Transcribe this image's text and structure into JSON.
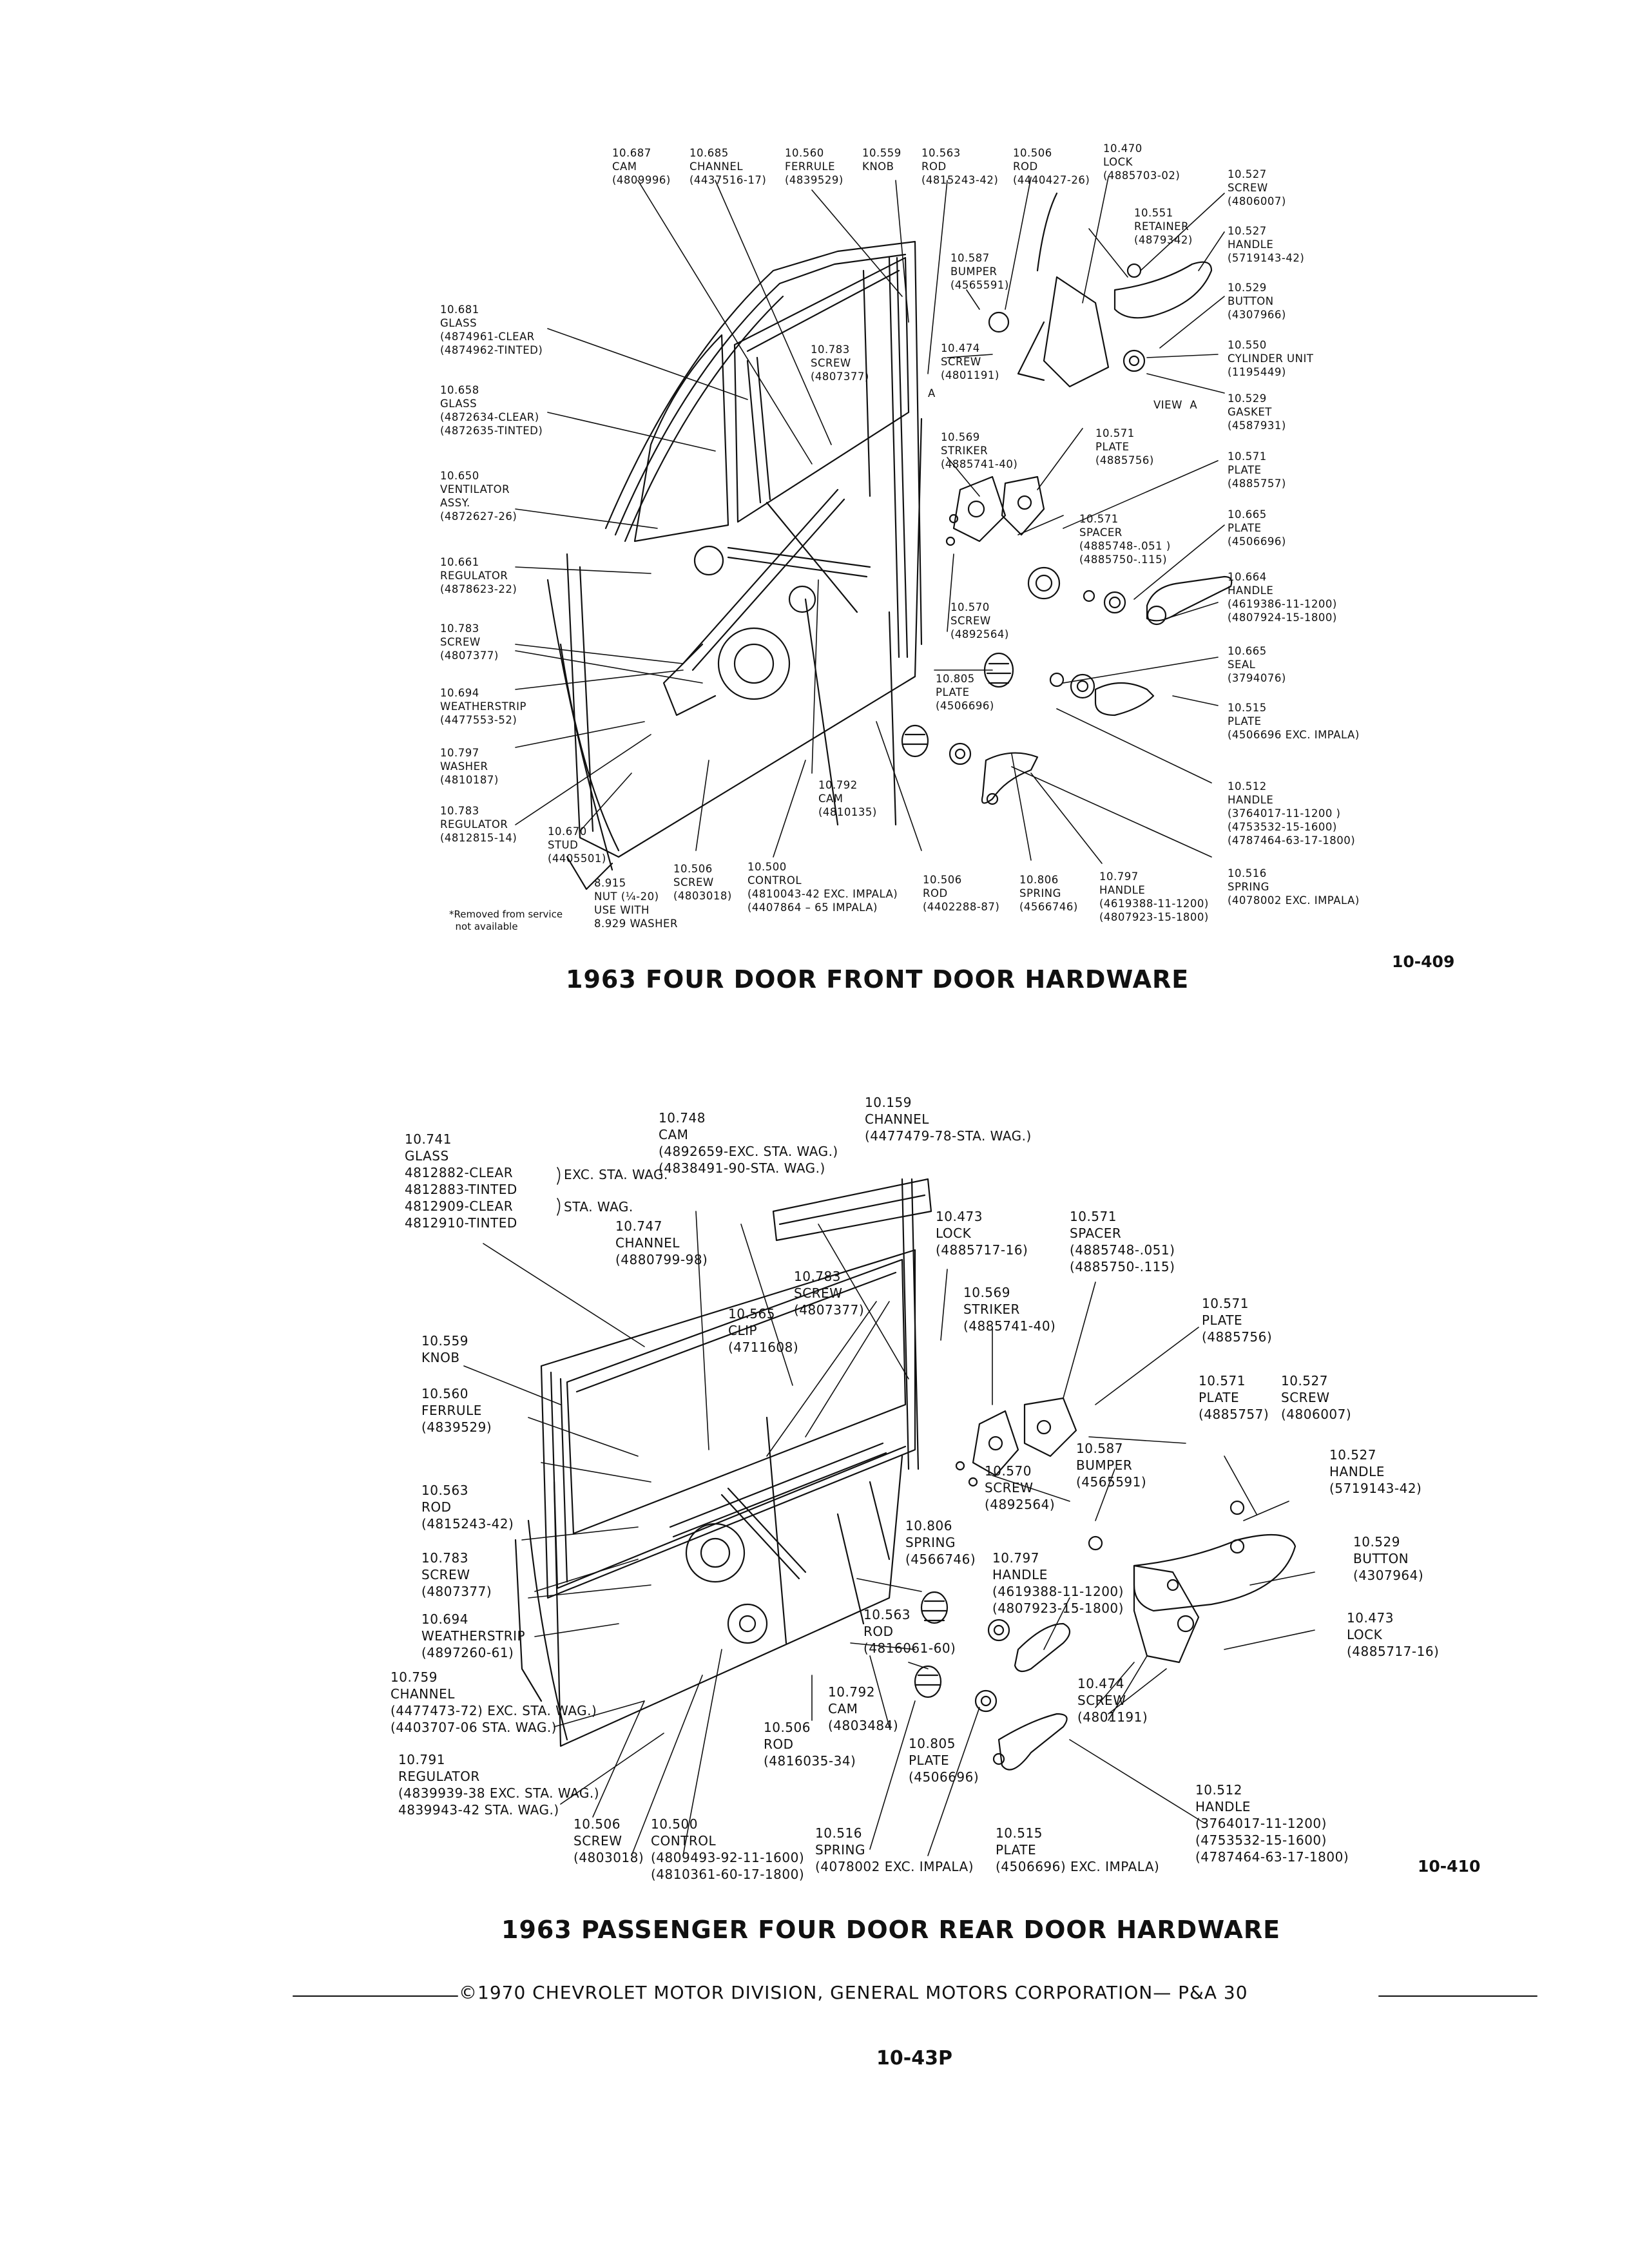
{
  "front": {
    "title": "1963 FOUR DOOR FRONT DOOR HARDWARE",
    "fig": "10-409",
    "note": "*Removed from service\n  not available",
    "labels": {
      "cam_687": "10.687\nCAM\n(4809996)",
      "channel_685": "10.685\nCHANNEL\n(4437516-17)",
      "ferrule_560": "10.560\nFERRULE\n(4839529)",
      "knob_559": "10.559\nKNOB",
      "rod_563": "10.563\nROD\n(4815243-42)",
      "rod_506": "10.506\nROD\n(4440427-26)",
      "lock_470": "10.470\nLOCK\n(4885703-02)",
      "screw_527": "10.527\nSCREW\n(4806007)",
      "retainer_551": "10.551\nRETAINER\n(4879342)",
      "handle_527": "10.527\nHANDLE\n(5719143-42)",
      "bumper_587": "10.587\nBUMPER\n(4565591)",
      "button_529": "10.529\nBUTTON\n(4307966)",
      "glass_681": "10.681\nGLASS\n(4874961-CLEAR\n(4874962-TINTED)",
      "screw_783_top": "10.783\nSCREW\n(4807377)",
      "screw_474": "10.474\nSCREW\n(4801191)",
      "cylinder_550": "10.550\nCYLINDER UNIT\n(1195449)",
      "view_a": "VIEW  A",
      "a_mark": "A",
      "glass_658": "10.658\nGLASS\n(4872634-CLEAR)\n(4872635-TINTED)",
      "gasket_529": "10.529\nGASKET\n(4587931)",
      "striker_569": "10.569\nSTRIKER\n(4885741-40)",
      "plate_571a": "10.571\nPLATE\n(4885756)",
      "plate_571b": "10.571\nPLATE\n(4885757)",
      "vent_650": "10.650\nVENTILATOR\nASSY.\n(4872627-26)",
      "spacer_571": "10.571\nSPACER\n(4885748-.051 )\n(4885750-.115)",
      "plate_665": "10.665\nPLATE\n(4506696)",
      "regulator_661": "10.661\nREGULATOR\n(4878623-22)",
      "handle_664": "10.664\nHANDLE\n(4619386-11-1200)\n(4807924-15-1800)",
      "screw_570": "10.570\nSCREW\n(4892564)",
      "screw_783_left": "10.783\nSCREW\n(4807377)",
      "seal_665": "10.665\nSEAL\n(3794076)",
      "weather_694": "10.694\nWEATHERSTRIP\n(4477553-52)",
      "plate_805": "10.805\nPLATE\n(4506696)",
      "plate_515": "10.515\nPLATE\n(4506696 EXC. IMPALA)",
      "washer_797": "10.797\nWASHER\n(4810187)",
      "cam_792": "10.792\nCAM\n(4810135)",
      "handle_512": "10.512\nHANDLE\n(3764017-11-1200 )\n(4753532-15-1600)\n(4787464-63-17-1800)",
      "regulator_783": "10.783\nREGULATOR\n(4812815-14)",
      "stud_670": "10.670\nSTUD\n(4405501)",
      "nut_915": "8.915\nNUT (¼-20)\nUSE WITH\n8.929 WASHER",
      "screw_506": "10.506\nSCREW\n(4803018)",
      "control_500": "10.500\nCONTROL\n(4810043-42 EXC. IMPALA)\n(4407864 – 65 IMPALA)",
      "rod_506b": "10.506\nROD\n(4402288-87)",
      "spring_806": "10.806\nSPRING\n(4566746)",
      "handle_797": "10.797\nHANDLE\n(4619388-11-1200)\n(4807923-15-1800)",
      "spring_516": "10.516\nSPRING\n(4078002 EXC. IMPALA)"
    }
  },
  "rear": {
    "title": "1963 PASSENGER FOUR DOOR REAR DOOR HARDWARE",
    "fig": "10-410",
    "labels": {
      "glass_741": "10.741\nGLASS\n4812882-CLEAR\n4812883-TINTED\n4812909-CLEAR\n4812910-TINTED",
      "exc_sta": "EXC. STA. WAG.",
      "sta_wag": "STA. WAG.",
      "cam_748": "10.748\nCAM\n(4892659-EXC. STA. WAG.)\n(4838491-90-STA. WAG.)",
      "channel_159": "10.159\nCHANNEL\n(4477479-78-STA. WAG.)",
      "channel_747": "10.747\nCHANNEL\n(4880799-98)",
      "lock_473": "10.473\nLOCK\n(4885717-16)",
      "spacer_571": "10.571\nSPACER\n(4885748-.051)\n(4885750-.115)",
      "screw_783": "10.783\nSCREW\n(4807377)",
      "clip_565": "10.565\nCLIP\n(4711608)",
      "striker_569": "10.569\nSTRIKER\n(4885741-40)",
      "plate_571a": "10.571\nPLATE\n(4885756)",
      "knob_559": "10.559\nKNOB",
      "ferrule_560": "10.560\nFERRULE\n(4839529)",
      "plate_571b": "10.571\nPLATE\n(4885757)",
      "screw_527": "10.527\nSCREW\n(4806007)",
      "bumper_587": "10.587\nBUMPER\n(4565591)",
      "screw_570": "10.570\nSCREW\n(4892564)",
      "handle_527": "10.527\nHANDLE\n(5719143-42)",
      "rod_563": "10.563\nROD\n(4815243-42)",
      "spring_806": "10.806\nSPRING\n(4566746)",
      "screw_783b": "10.783\nSCREW\n(4807377)",
      "handle_797": "10.797\nHANDLE\n(4619388-11-1200)\n(4807923-15-1800)",
      "button_529": "10.529\nBUTTON\n(4307964)",
      "weather_694": "10.694\nWEATHERSTRIP\n(4897260-61)",
      "rod_563b": "10.563\nROD\n(4816061-60)",
      "lock_473b": "10.473\nLOCK\n(4885717-16)",
      "channel_759": "10.759\nCHANNEL\n(4477473-72) EXC. STA. WAG.)\n(4403707-06 STA. WAG.)",
      "cam_792": "10.792\nCAM\n(4803484)",
      "screw_474": "10.474\nSCREW\n(4801191)",
      "rod_506": "10.506\nROD\n(4816035-34)",
      "plate_805": "10.805\nPLATE\n(4506696)",
      "regulator_791": "10.791\nREGULATOR\n(4839939-38 EXC. STA. WAG.)\n4839943-42 STA. WAG.)",
      "handle_512": "10.512\nHANDLE\n(3764017-11-1200)\n(4753532-15-1600)\n(4787464-63-17-1800)",
      "screw_506": "10.506\nSCREW\n(4803018)",
      "control_500": "10.500\nCONTROL\n(4809493-92-11-1600)\n(4810361-60-17-1800)",
      "spring_516": "10.516\nSPRING\n(4078002 EXC. IMPALA)",
      "plate_515": "10.515\nPLATE\n(4506696) EXC. IMPALA)"
    }
  },
  "footer": {
    "copyright": "©1970 CHEVROLET MOTOR DIVISION, GENERAL MOTORS CORPORATION— P&A 30",
    "page": "10-43P"
  }
}
